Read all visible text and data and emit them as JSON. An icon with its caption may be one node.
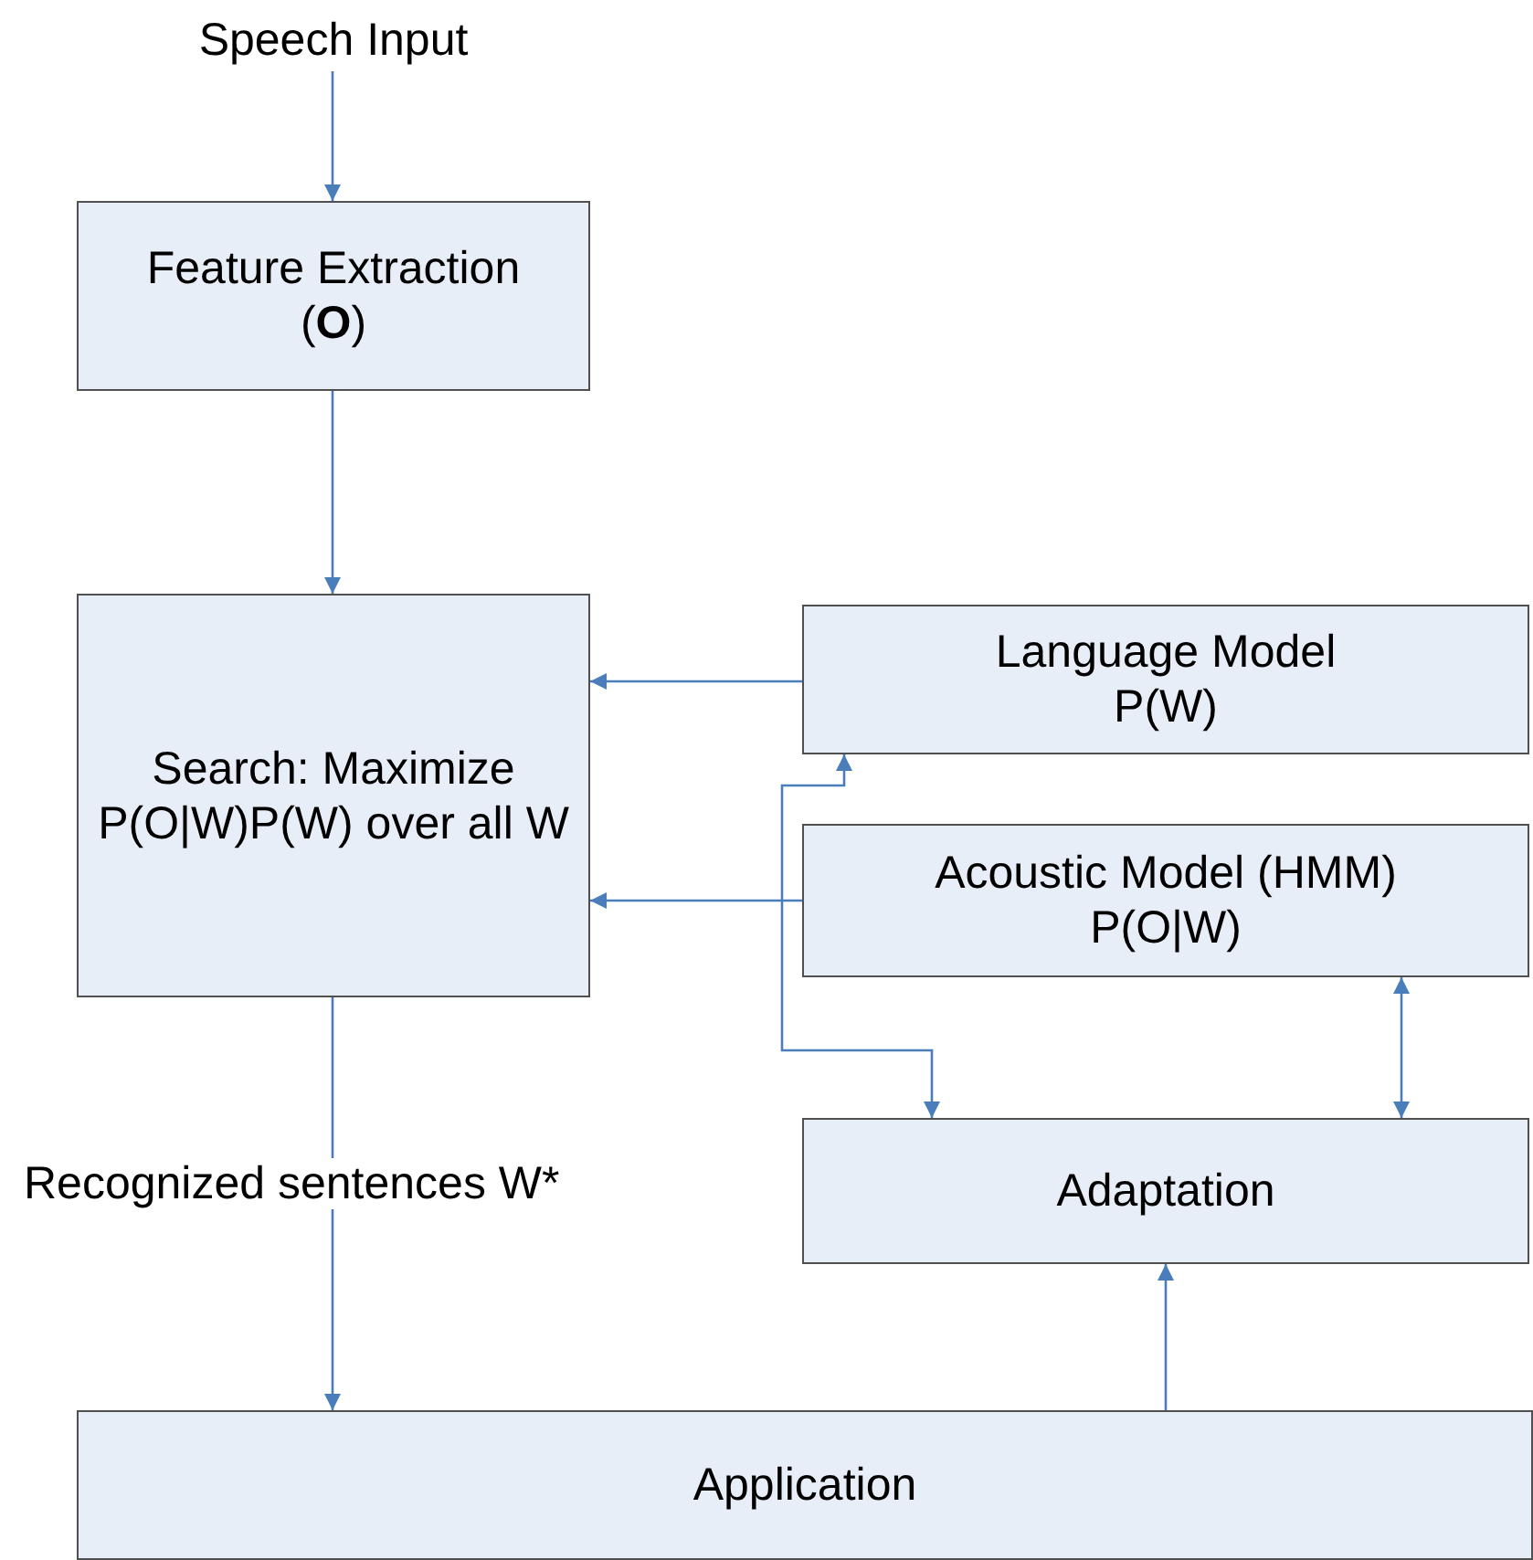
{
  "diagram": {
    "nodes": [
      {
        "text": [
          "Speech Input"
        ]
      },
      {
        "text": [
          "Feature Extraction (**O**)"
        ]
      },
      {
        "text": [
          "Search: Maximize P(O|W)P(W) over all W"
        ]
      },
      {
        "text": [
          "Language Model P(W)"
        ]
      },
      {
        "text": [
          "Acoustic Model (HMM) P(O|W)"
        ]
      },
      {
        "text": [
          "Adaptation"
        ]
      },
      {
        "text": [
          "Application"
        ]
      }
    ],
    "edges": [
      {
        "from": 0,
        "to": 1,
        "arrow": "to"
      },
      {
        "from": 1,
        "to": 2,
        "arrow": "to"
      },
      {
        "from": 3,
        "to": 2,
        "arrow": "to"
      },
      {
        "from": 4,
        "to": 2,
        "arrow": "to"
      },
      {
        "from": 3,
        "to": 5,
        "arrow": "both"
      },
      {
        "from": 4,
        "to": 5,
        "arrow": "both"
      },
      {
        "from": 2,
        "to": 6,
        "arrow": "to",
        "label": "Recognized sentences W*"
      },
      {
        "from": 6,
        "to": 5,
        "arrow": "to"
      }
    ]
  }
}
